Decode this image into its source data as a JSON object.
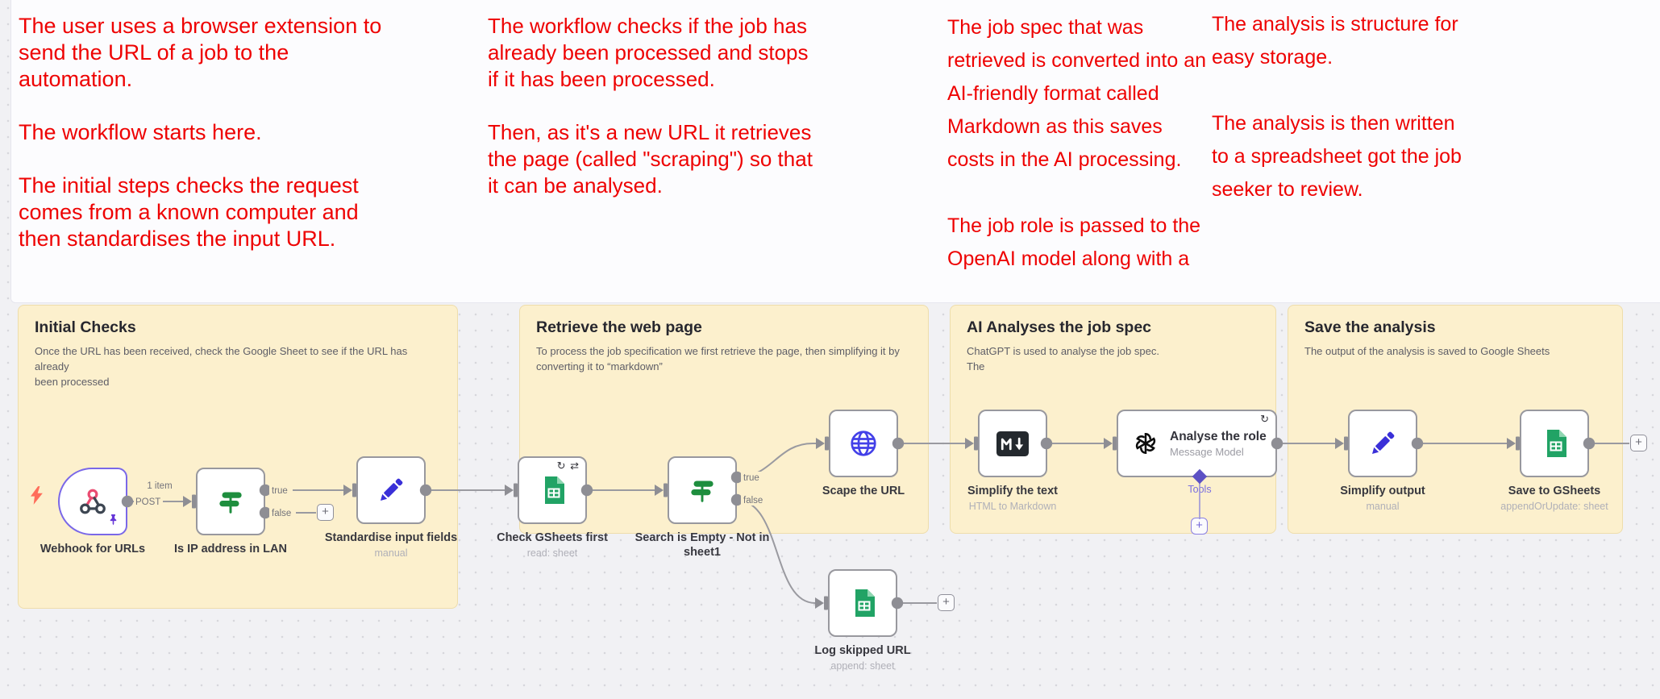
{
  "annotations": {
    "note1": "The user uses a browser extension to\nsend the URL of a job to the\nautomation.\n\nThe workflow starts here.\n\nThe initial steps checks the request\ncomes from a known computer and\nthen standardises the input URL.",
    "note2": "The workflow checks if the job has\nalready been processed and stops\nif it has been processed.\n\nThen, as it's a new URL it retrieves\nthe page (called \"scraping\") so that\nit can be analysed.",
    "note3": "The job spec that was\nretrieved is converted into an\nAI-friendly format called\nMarkdown as this saves\ncosts in the AI processing.\n\nThe job role is passed to the\nOpenAI model along with a",
    "note4": "The analysis is structure for\neasy storage.\n\nThe analysis is then written\nto a spreadsheet got the job\nseeker to review."
  },
  "groups": [
    {
      "title": "Initial Checks",
      "subtitle": "Once the URL has been received, check the Google Sheet to see if the URL has already\nbeen processed"
    },
    {
      "title": "Retrieve the web page",
      "subtitle": "To process the job specification we first retrieve the page, then simplifying it by\nconverting it to “markdown”"
    },
    {
      "title": "AI Analyses the job spec",
      "subtitle": "ChatGPT is used to analyse the job spec.\nThe"
    },
    {
      "title": "Save the analysis",
      "subtitle": "The output of the analysis is saved to Google Sheets"
    }
  ],
  "nodes": {
    "webhook": {
      "label": "Webhook for URLs"
    },
    "isip": {
      "label": "Is IP address in LAN"
    },
    "standardise": {
      "label": "Standardise input fields",
      "sub": "manual"
    },
    "checkgs": {
      "label": "Check GSheets first",
      "sub": "read: sheet",
      "badges": "↻ ⇄"
    },
    "search": {
      "label": "Search is Empty - Not in\nsheet1"
    },
    "scape": {
      "label": "Scape the URL"
    },
    "simplifytext": {
      "label": "Simplify the text",
      "sub": "HTML to Markdown"
    },
    "analyse": {
      "title": "Analyse the role",
      "sub": "Message Model",
      "badge": "↻",
      "port_label": "Tools"
    },
    "simplifyout": {
      "label": "Simplify output",
      "sub": "manual"
    },
    "savegs": {
      "label": "Save to GSheets",
      "sub": "appendOrUpdate: sheet"
    },
    "logskip": {
      "label": "Log skipped URL",
      "sub": "append: sheet"
    }
  },
  "edge_labels": {
    "one_item": "1 item",
    "post": "POST",
    "true": "true",
    "false": "false"
  },
  "ui": {
    "plus": "+"
  },
  "colors": {
    "sticky_amber": "#fcf0cd",
    "red_text": "#ee0202",
    "trigger_border": "#7a68e8",
    "connector": "#9a9aa0",
    "sheets_green": "#21a365",
    "if_green": "#1e8e3e",
    "pen_blue": "#3a30d8",
    "globe_blue": "#4340e8",
    "webhook_pink": "#ea4b71",
    "bolt_orange": "#ff6d5a",
    "tools_purple": "#7a6ee0"
  }
}
